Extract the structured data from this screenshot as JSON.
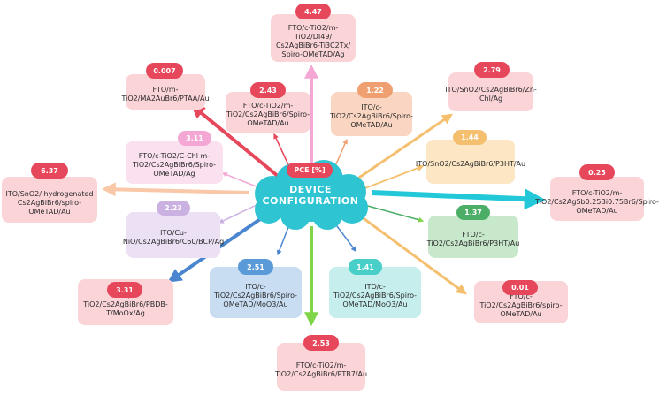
{
  "center": {
    "title_line1": "DEVICE",
    "title_line2": "CONFIGURATION",
    "pce_label": "PCE [%]"
  },
  "colors": {
    "cloud": "#2fc4d2",
    "badge_red": "#e6475a",
    "badge_pink": "#f4a7d4",
    "badge_orange": "#f0a070",
    "badge_yellow": "#f4d080",
    "badge_purple": "#cbb0e2",
    "badge_blue": "#5b9ad8",
    "badge_teal": "#48cfc8",
    "badge_green": "#4cae66"
  },
  "nodes": [
    {
      "id": "top-center",
      "value": "4.47",
      "label": "FTO/c-TiO2/m-TiO2/DI49/ Cs2AgBiBr6-Ti3C2Tx/ Spiro-OMeTAD/Ag"
    },
    {
      "id": "upper-left-a",
      "value": "0.007",
      "label": "FTO/m-TiO2/MA2AuBr6/PTAA/Au"
    },
    {
      "id": "upper-center-left",
      "value": "2.43",
      "label": "FTO/c-TiO2/m-TiO2/Cs2AgBiBr6/Spiro-OMeTAD/Au"
    },
    {
      "id": "upper-center-right",
      "value": "1.22",
      "label": "ITO/c-TiO2/Cs2AgBiBr6/Spiro-OMeTAD/Au"
    },
    {
      "id": "upper-right",
      "value": "2.79",
      "label": "ITO/SnO2/Cs2AgBiBr6/Zn-Chl/Ag"
    },
    {
      "id": "mid-left-pink",
      "value": "3.11",
      "label": "FTO/c-TiO2/C-Chl m-TiO2/Cs2AgBiBr6/Spiro-OMeTAD/Ag"
    },
    {
      "id": "mid-right-yellow",
      "value": "1.44",
      "label": "ITO/SnO2/Cs2AgBiBr6/P3HT/Au"
    },
    {
      "id": "far-left",
      "value": "6.37",
      "label": "ITO/SnO2/ hydrogenated Cs2AgBiBr6/spiro-OMeTAD/Au"
    },
    {
      "id": "far-right",
      "value": "0.25",
      "label": "FTO/c-TiO2/m-TiO2/Cs2AgSb0.25Bi0.75Br6/Spiro-OMeTAD/Au"
    },
    {
      "id": "left-purple",
      "value": "2.23",
      "label": "ITO/Cu-NiO/Cs2AgBiBr6/C60/BCP/Ag"
    },
    {
      "id": "right-green",
      "value": "1.37",
      "label": "FTO/c-TiO2/Cs2AgBiBr6/P3HT/Au"
    },
    {
      "id": "lower-left",
      "value": "3.31",
      "label": "FTO/c-TiO2/Cs2AgBiBr6/PBDB-T/MoOx/Ag"
    },
    {
      "id": "lower-center-left",
      "value": "2.51",
      "label": "ITO/c-TiO2/Cs2AgBiBr6/Spiro-OMeTAD/MoO3/Au"
    },
    {
      "id": "lower-center-right",
      "value": "1.41",
      "label": "ITO/c-TiO2/Cs2AgBiBr6/Spiro-OMeTAD/MoO3/Au"
    },
    {
      "id": "lower-right",
      "value": "0.01",
      "label": "FTO/c-TiO2/Cs2AgBiBr6/spiro-OMeTAD/Au"
    },
    {
      "id": "bottom-center",
      "value": "2.53",
      "label": "FTO/c-TiO2/m-TiO2/Cs2AgBiBr6/PTB7/Au"
    }
  ]
}
